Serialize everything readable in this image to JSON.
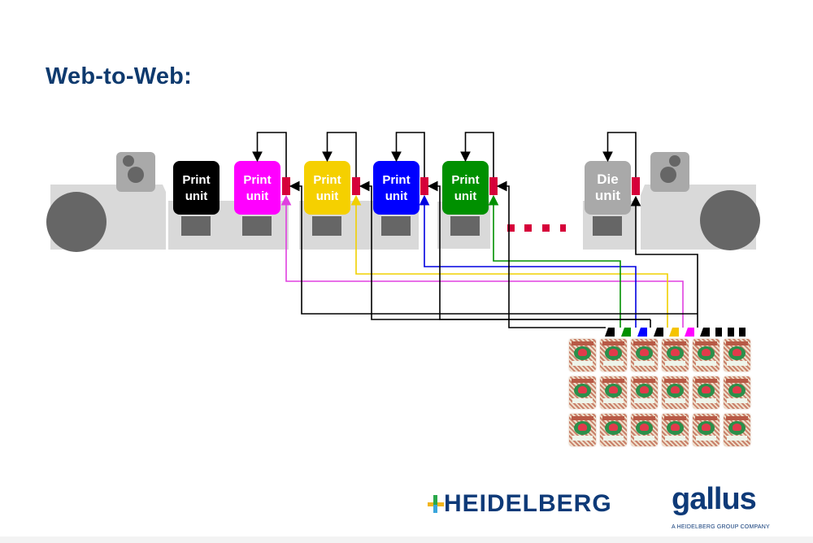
{
  "title": "Web-to-Web:",
  "units": [
    {
      "id": "black",
      "label_line1": "Print",
      "label_line2": "unit",
      "color": "#000000",
      "type": "print"
    },
    {
      "id": "magenta",
      "label_line1": "Print",
      "label_line2": "unit",
      "color": "#ff00ff",
      "type": "print"
    },
    {
      "id": "yellow",
      "label_line1": "Print",
      "label_line2": "unit",
      "color": "#f5d000",
      "type": "print"
    },
    {
      "id": "blue",
      "label_line1": "Print",
      "label_line2": "unit",
      "color": "#0000ff",
      "type": "print"
    },
    {
      "id": "green",
      "label_line1": "Print",
      "label_line2": "unit",
      "color": "#009000",
      "type": "print"
    },
    {
      "id": "die",
      "label_line1": "Die",
      "label_line2": "unit",
      "color": "#a9a9a9",
      "type": "die"
    }
  ],
  "register_marks": [
    "black",
    "green",
    "blue",
    "black",
    "yellow",
    "magenta",
    "black",
    "black",
    "black",
    "black"
  ],
  "register_mark_colors": {
    "black": "#000000",
    "green": "#009000",
    "blue": "#0000ff",
    "yellow": "#f5c400",
    "magenta": "#ff00ff"
  },
  "sensor_color": "#d6003a",
  "line_colors": {
    "black": "#000000",
    "magenta": "#e040e0",
    "yellow": "#f0d000",
    "blue": "#0000e0",
    "green": "#009000"
  },
  "continuation_marker": "....",
  "package_grid": {
    "rows": 3,
    "cols": 6
  },
  "logos": {
    "heidelberg": "HEIDELBERG",
    "gallus": "gallus",
    "gallus_tagline": "A HEIDELBERG GROUP COMPANY"
  }
}
